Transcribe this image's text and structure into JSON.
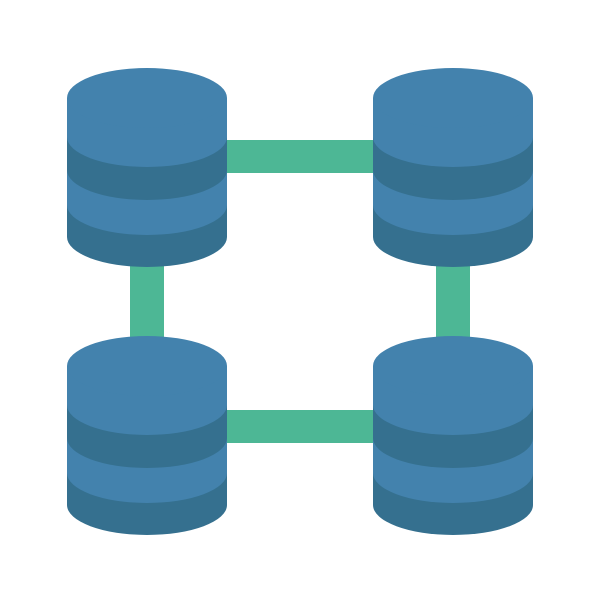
{
  "icon": {
    "name": "database-network-icon",
    "nodes": [
      "database-top-left",
      "database-top-right",
      "database-bottom-left",
      "database-bottom-right"
    ],
    "connectors": [
      "top",
      "bottom",
      "left",
      "right"
    ]
  },
  "colors": {
    "background": "#ffffff",
    "db_light": "#4382ad",
    "db_dark": "#35708f",
    "connector": "#4db795"
  }
}
